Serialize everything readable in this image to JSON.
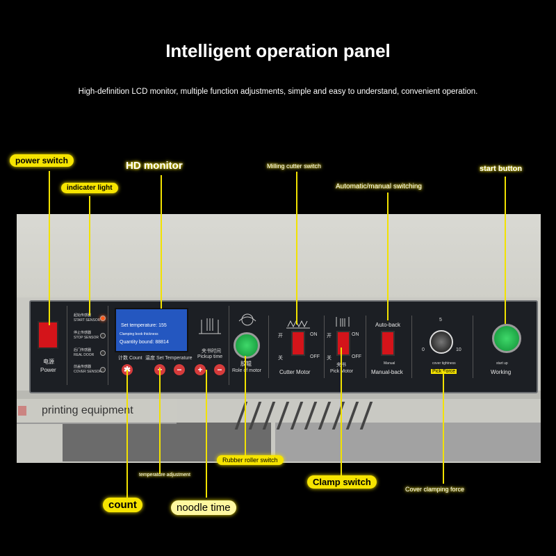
{
  "header": {
    "title": "Intelligent operation panel",
    "subtitle": "High-definition LCD monitor, multiple function adjustments, simple and easy to understand, convenient operation."
  },
  "callouts": {
    "power_switch": "power switch",
    "indicator_light": "indicater light",
    "hd_monitor": "HD monitor",
    "milling_cutter_switch": "Milling cutter switch",
    "auto_manual_switching": "Automatic/manual switching",
    "start_button": "start button",
    "rubber_roller_switch": "Rubber roller switch",
    "temperature_adjustment": "temperature adjustment",
    "clamp_switch": "Clamp switch",
    "cover_clamping_force": "Cover clamping force",
    "count": "count",
    "noodle_time": "noodle time"
  },
  "panel": {
    "power": {
      "cn": "电源",
      "en": "Power"
    },
    "sensors": [
      {
        "cn": "起始传感器",
        "en": "START SENSOR"
      },
      {
        "cn": "停止传感器",
        "en": "STOP SENSOR"
      },
      {
        "cn": "后门传感器",
        "en": "REAL DOOR"
      },
      {
        "cn": "前盖传感器",
        "en": "COVER SENSOR"
      }
    ],
    "lcd": {
      "line1": "Set temperature: 155",
      "line2": "Clamping book thickness",
      "line3": "Quantity bound: 88814"
    },
    "count_label": "计数 Count",
    "temp_label": "温度 Set Temperature",
    "pickup_label_cn": "夹书时间",
    "pickup_label_en": "Pickup time",
    "roller": {
      "cn": "胶辊",
      "en": "Role of motor"
    },
    "cutter": {
      "cn_on": "开",
      "on": "ON",
      "cn_off": "关",
      "off": "OFF",
      "label": "Cutter Motor"
    },
    "pick": {
      "cn_on": "开",
      "on": "ON",
      "cn_off": "关",
      "off": "OFF",
      "cn": "夹书",
      "label": "Pick Motor"
    },
    "auto_back": "Auto-back",
    "manual_back": "Manual-back",
    "manual_small": "Manual",
    "knob_ticks": [
      "5",
      "0",
      "10"
    ],
    "pick_force": "Pick Force",
    "cover_tightness": "cover tightness",
    "working": "Working",
    "start_small": "start up"
  },
  "machine": {
    "base_text": "printing equipment"
  },
  "colors": {
    "callout": "#f6e400",
    "lcd": "#2457c0",
    "switch_red": "#d4141a",
    "button_green": "#1bb14a"
  }
}
